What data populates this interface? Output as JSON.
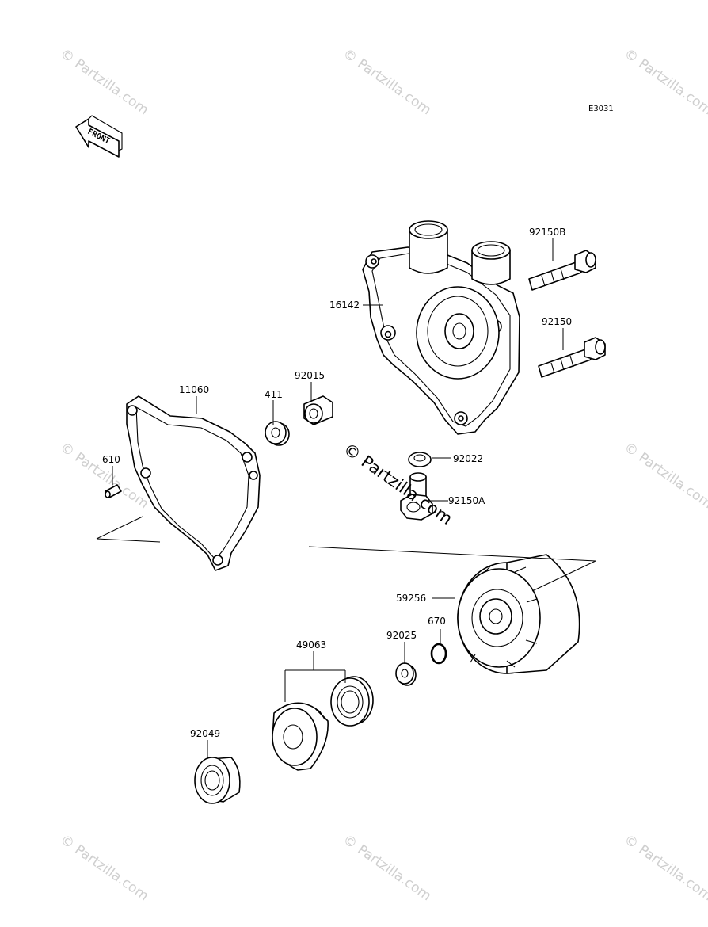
{
  "diagram_code": "E3031",
  "front_label": "FRONT",
  "watermark": "© Partzilla.com",
  "parts": {
    "p16142": "16142",
    "p92150B": "92150B",
    "p92150": "92150",
    "p11060": "11060",
    "p411": "411",
    "p92015": "92015",
    "p610": "610",
    "p92022": "92022",
    "p92150A": "92150A",
    "p59256": "59256",
    "p670": "670",
    "p92025": "92025",
    "p49063": "49063",
    "p92049": "92049"
  }
}
